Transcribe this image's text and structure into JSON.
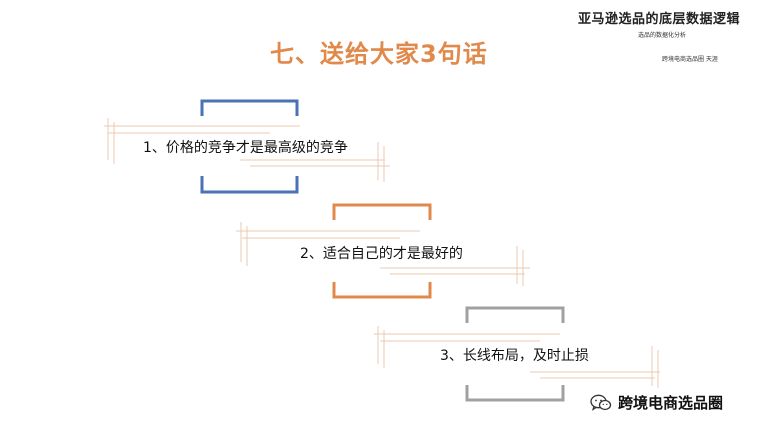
{
  "header": {
    "title": "亚马逊选品的底层数据逻辑",
    "subtitle": "选品的数据化分析",
    "author": "跨境电商选品圈  天涯"
  },
  "slide": {
    "title": "七、送给大家3句话",
    "title_color": "#e0894a"
  },
  "points": [
    {
      "text": "1、价格的竞争才是最高级的竞争",
      "color": "#4a72b5"
    },
    {
      "text": "2、适合自己的才是最好的",
      "color": "#e0894a"
    },
    {
      "text": "3、长线布局，及时止损",
      "color": "#a0a0a0"
    }
  ],
  "watermark": {
    "icon": "wechat-icon",
    "text": "跨境电商选品圈"
  }
}
